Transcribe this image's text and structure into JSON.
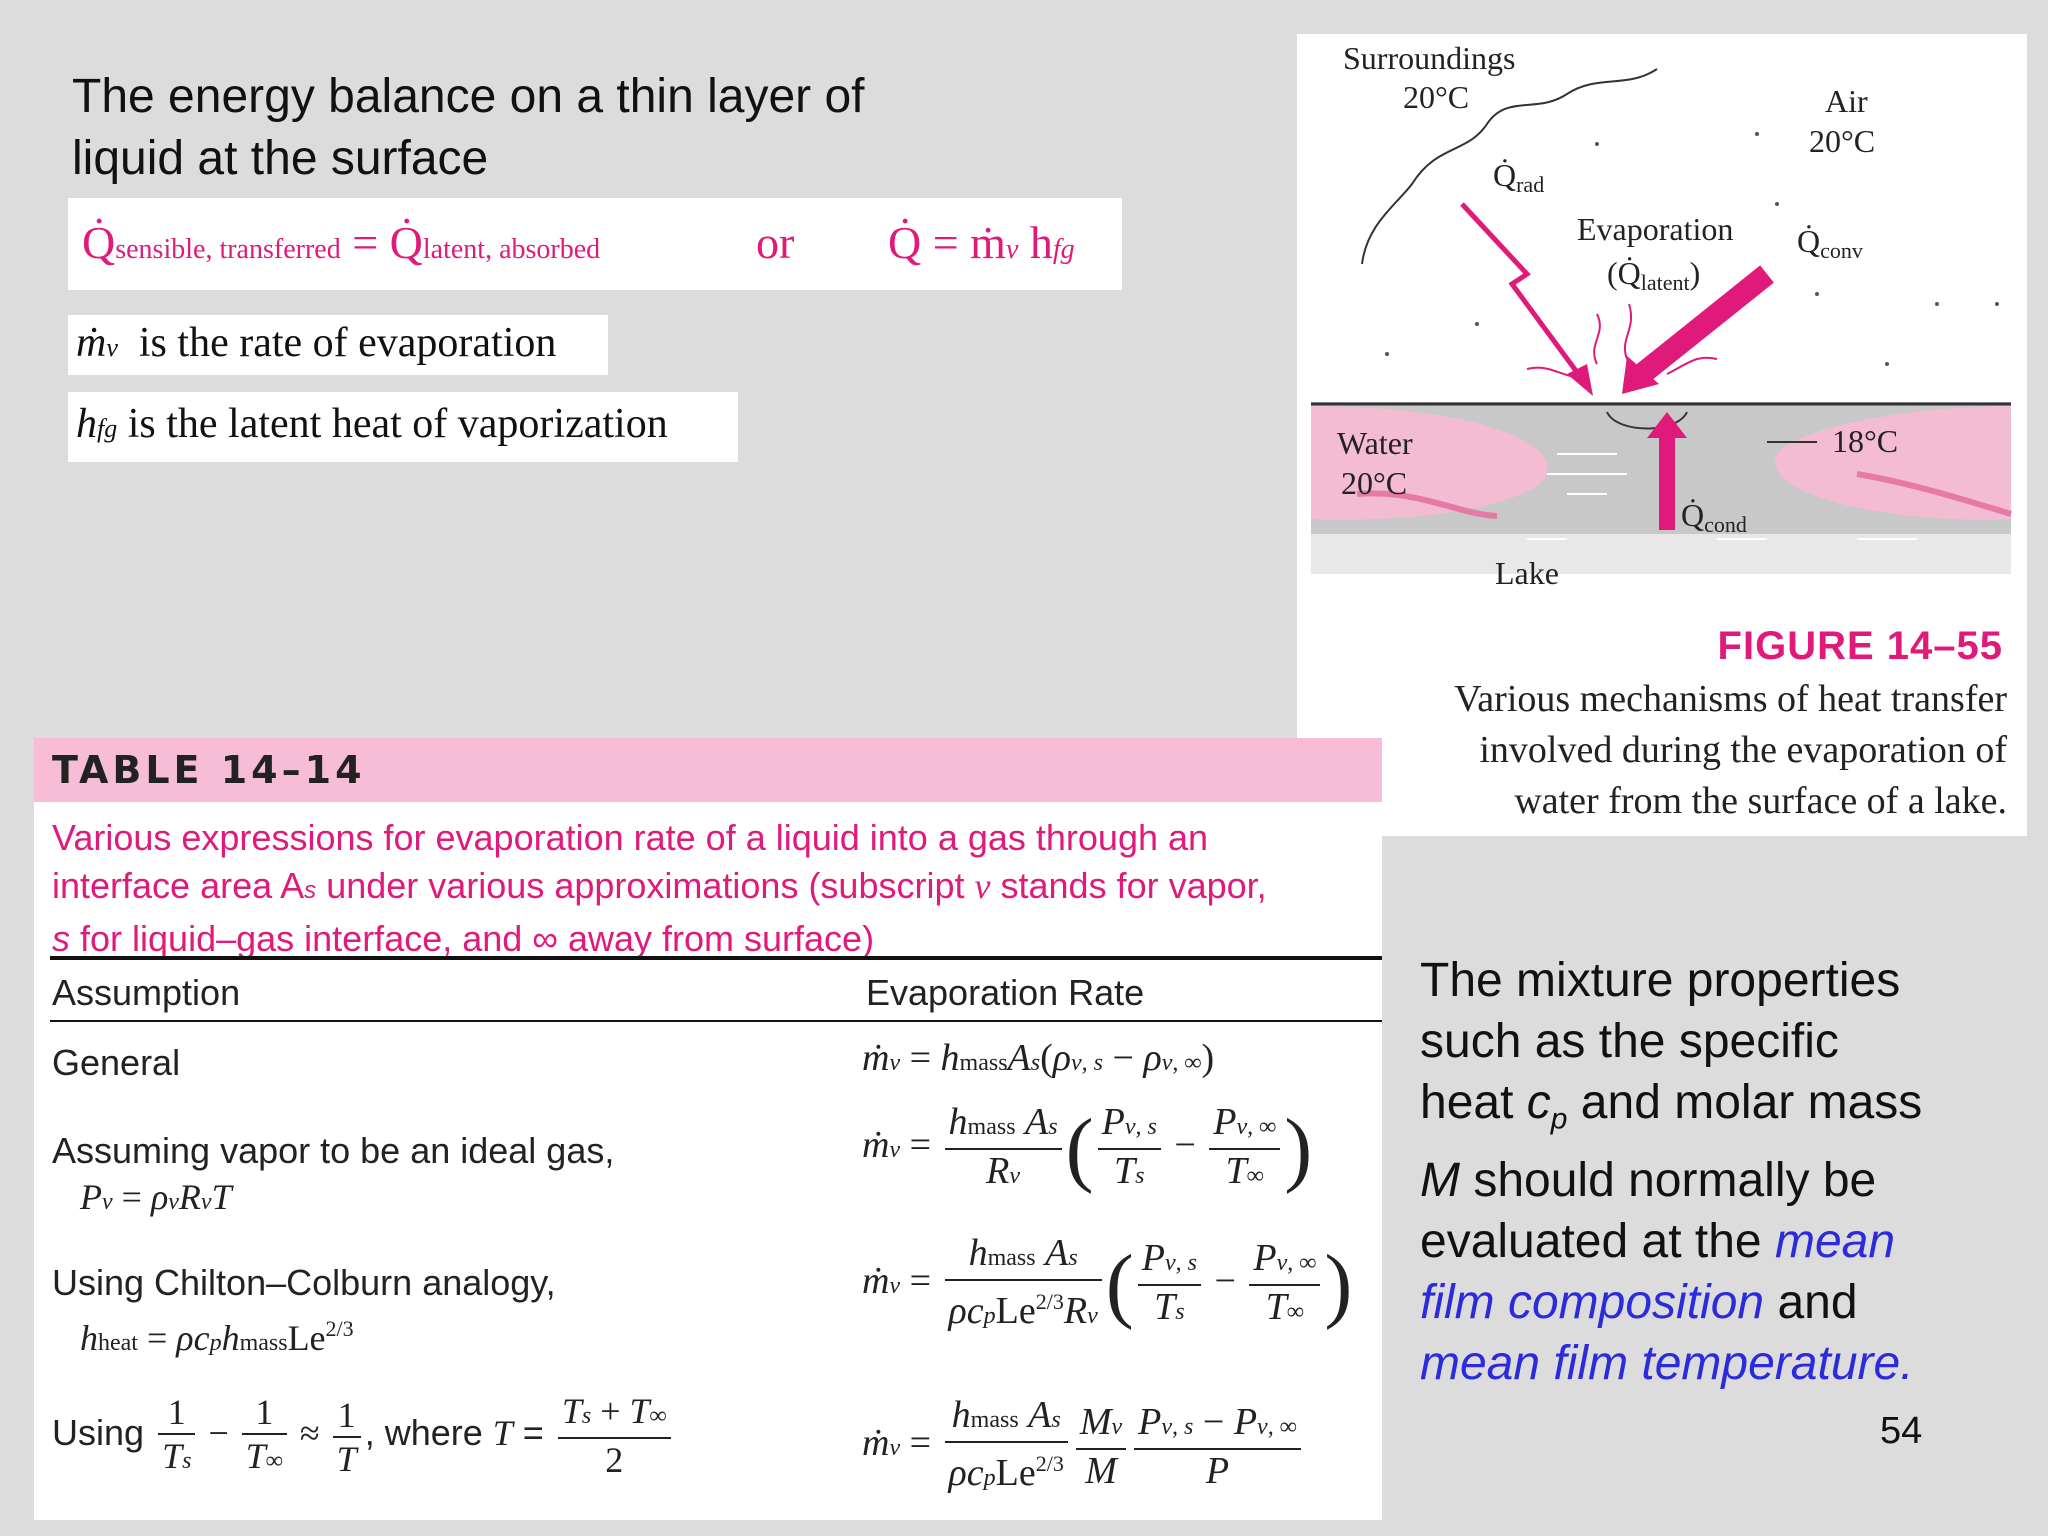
{
  "intro": {
    "line1": "The energy balance on a thin layer of",
    "line2": "liquid at the surface"
  },
  "equations": {
    "q_sensible_label": "sensible, transferred",
    "q_latent_label": "latent, absorbed",
    "or": "or",
    "q_eq": "= ṁ",
    "mv_sub": "v",
    "hfg_sub": "fg",
    "mv_desc": "is the rate of evaporation",
    "hfg_desc": "is the latent heat of vaporization"
  },
  "figure": {
    "surroundings": "Surroundings",
    "surroundings_temp": "20°C",
    "air": "Air",
    "air_temp": "20°C",
    "q_rad_sub": "rad",
    "evaporation": "Evaporation",
    "q_latent_sub": "latent",
    "q_conv_sub": "conv",
    "water": "Water",
    "water_temp": "20°C",
    "surface_temp": "18°C",
    "q_cond_sub": "cond",
    "lake": "Lake",
    "label": "FIGURE 14–55",
    "caption_line1": "Various mechanisms of heat transfer",
    "caption_line2": "involved during the evaporation of",
    "caption_line3": "water from the surface of a lake."
  },
  "table": {
    "title": "TABLE 14–14",
    "desc_line1": "Various expressions for evaporation rate of a liquid into a gas through an",
    "desc_line2": "interface area A",
    "desc_line2b": "under various approximations (subscript ",
    "desc_line2c": "stands for vapor,",
    "desc_line3": "for liquid–gas interface, and ∞ away from surface)",
    "col_assumption": "Assumption",
    "col_rate": "Evaporation Rate",
    "rows": [
      {
        "assumption": "General"
      },
      {
        "assumption": "Assuming vapor to be an ideal gas,"
      },
      {
        "assumption": "Using Chilton–Colburn analogy,"
      },
      {
        "assumption": "Using",
        "where": ", where"
      }
    ]
  },
  "mixture": {
    "line1": "The mixture properties",
    "line2": "such as the specific",
    "line3a": "heat",
    "line3b": "and molar mass",
    "line4b": "should normally be",
    "line5a": "evaluated at the",
    "hl1": "mean",
    "hl2": "film composition",
    "and": "and",
    "hl3": "mean film temperature"
  },
  "page_number": "54",
  "colors": {
    "magenta": "#e01a7a",
    "pink_header": "#f7bcd6",
    "blue_highlight": "#2b2bdc",
    "background": "#dcdcdc"
  }
}
